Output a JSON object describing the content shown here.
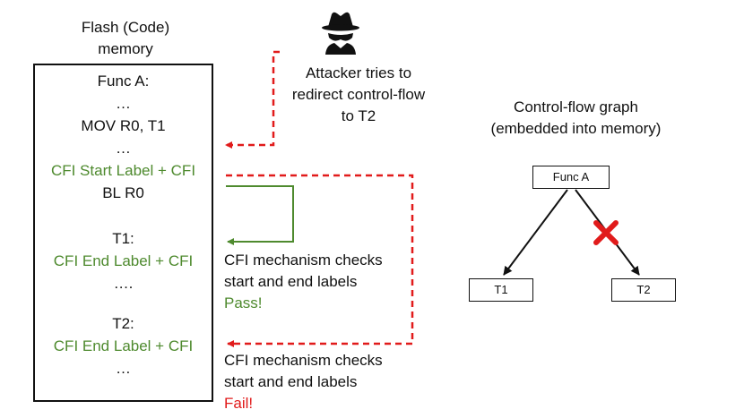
{
  "memory": {
    "title_line1": "Flash (Code)",
    "title_line2": "memory",
    "lines": {
      "func_a": "Func A:",
      "dots1": "…",
      "mov": "MOV R0, T1",
      "dots2": "…",
      "cfi_start": "CFI Start Label + CFI",
      "bl": "BL R0",
      "t1": "T1:",
      "cfi_end1": "CFI End Label + CFI",
      "dots3": "….",
      "t2": "T2:",
      "cfi_end2": "CFI End Label + CFI",
      "dots4": "…"
    }
  },
  "attacker": {
    "icon": "spy-icon",
    "line1": "Attacker tries to",
    "line2": "redirect control-flow",
    "line3": "to T2"
  },
  "check_pass": {
    "line1": "CFI mechanism checks",
    "line2": "start and end labels",
    "result": "Pass!"
  },
  "check_fail": {
    "line1": "CFI mechanism checks",
    "line2": "start and end labels",
    "result": "Fail!"
  },
  "cfg": {
    "title_line1": "Control-flow graph",
    "title_line2": "(embedded into memory)",
    "node_func_a": "Func A",
    "node_t1": "T1",
    "node_t2": "T2"
  },
  "colors": {
    "green": "#4e8a2e",
    "red": "#e11b1b",
    "black": "#111111"
  }
}
